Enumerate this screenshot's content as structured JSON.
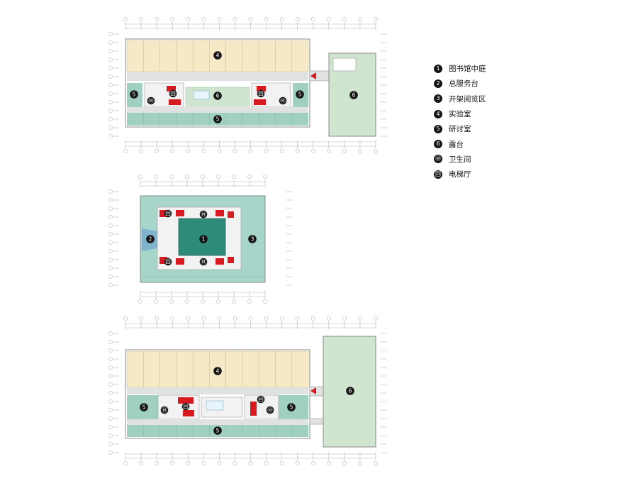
{
  "colors": {
    "lab": "#f6e9c6",
    "seminar": "#9fd0c1",
    "corridor": "#dfe2e0",
    "terrace": "#cfe5cf",
    "reading": "#a8d5c9",
    "atrium": "#2e8a79",
    "service": "#7fb4cc",
    "red": "#d71920",
    "core": "#f2f2f2",
    "dim": "#9a9a9a"
  },
  "legend": [
    {
      "badge": "1",
      "label": "图书馆中庭"
    },
    {
      "badge": "2",
      "label": "总服务台"
    },
    {
      "badge": "3",
      "label": "开架阅览区"
    },
    {
      "badge": "4",
      "label": "实验室"
    },
    {
      "badge": "5",
      "label": "研讨室"
    },
    {
      "badge": "6",
      "label": "露台"
    },
    {
      "badge": "Ⓜ",
      "label": "卫生间"
    },
    {
      "badge": "回",
      "label": "电梯厅"
    }
  ],
  "plans": {
    "top": {
      "badges": [
        "4",
        "5",
        "5",
        "6",
        "5",
        "6"
      ]
    },
    "middle": {
      "badges": [
        "1",
        "2",
        "3"
      ]
    },
    "bottom": {
      "badges": [
        "4",
        "5",
        "5",
        "5",
        "6"
      ]
    }
  }
}
